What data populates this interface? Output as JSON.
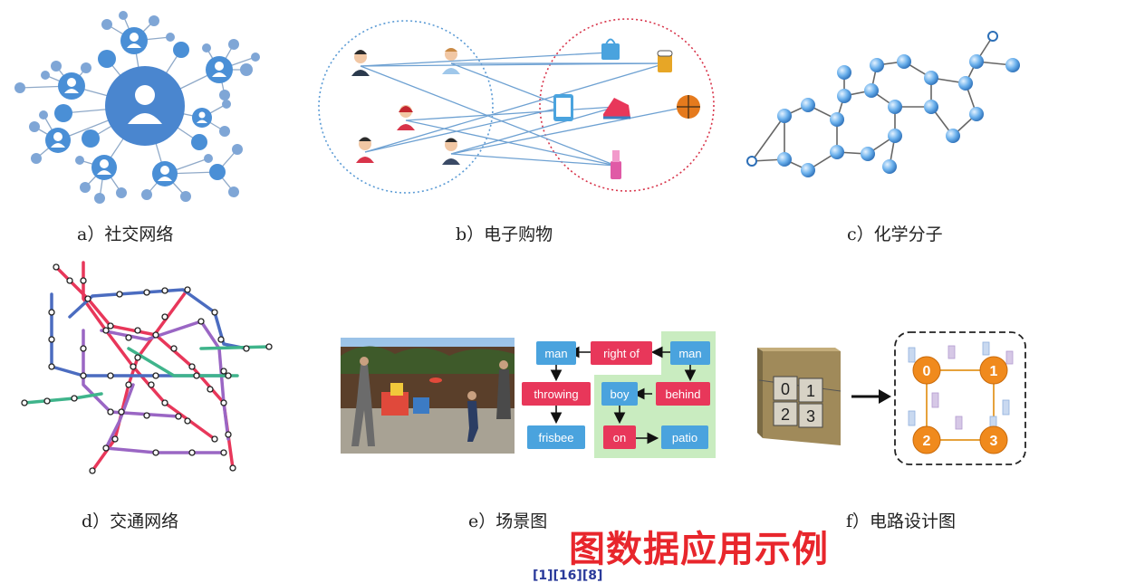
{
  "captions": {
    "a": "a）社交网络",
    "b": "b）电子购物",
    "c": "c）化学分子",
    "d": "d）交通网络",
    "e": "e）场景图",
    "f": "f）电路设计图"
  },
  "overlay_title": "图数据应用示例",
  "citation": "[1][16][8]",
  "scene_graph": {
    "nodes": {
      "man1": "man",
      "right_of": "right of",
      "man2": "man",
      "throwing": "throwing",
      "boy": "boy",
      "behind": "behind",
      "frisbee": "frisbee",
      "on": "on",
      "patio": "patio"
    }
  },
  "circuit": {
    "chip_labels": [
      "0",
      "1",
      "2",
      "3"
    ],
    "graph_labels": [
      "0",
      "1",
      "2",
      "3"
    ]
  },
  "colors": {
    "social_blue": "#4a8fd6",
    "object_blue": "#4aa3de",
    "relation_red": "#e8375a",
    "green_box": "#c9ecc0",
    "node_orange": "#f08a1d",
    "title_red": "#e8262c"
  }
}
